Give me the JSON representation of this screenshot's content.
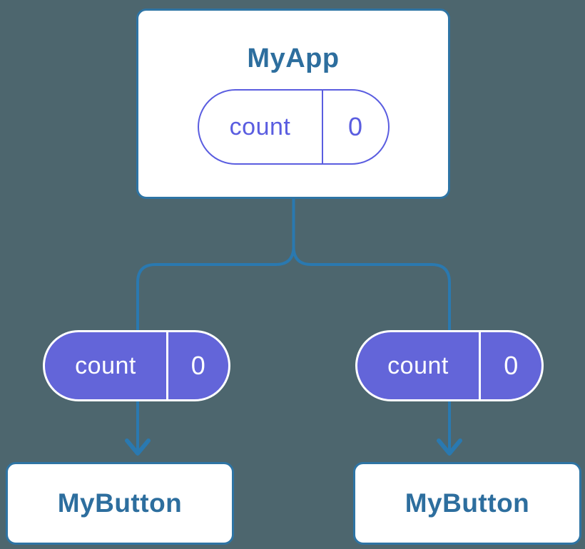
{
  "colors": {
    "background": "#4d666e",
    "node_border_blue": "#2e74a4",
    "connector_blue": "#2a79b0",
    "node_text_blue": "#2d6e9e",
    "pill_fill_purple": "#6365d9",
    "pill_outline_purple": "#5a5de0",
    "node_fill": "#ffffff"
  },
  "diagram": {
    "app": {
      "title": "MyApp",
      "state": {
        "name": "count",
        "value": "0"
      }
    },
    "children": [
      {
        "title": "MyButton",
        "prop": {
          "name": "count",
          "value": "0"
        }
      },
      {
        "title": "MyButton",
        "prop": {
          "name": "count",
          "value": "0"
        }
      }
    ]
  }
}
